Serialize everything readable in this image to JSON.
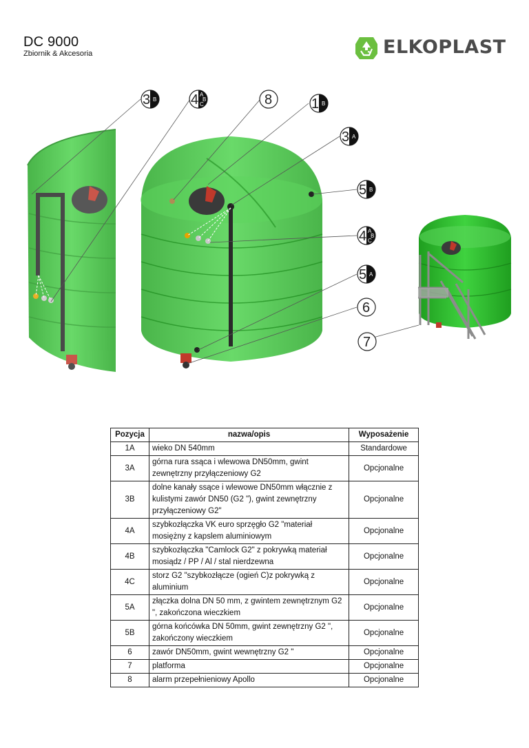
{
  "header": {
    "title": "DC 9000",
    "subtitle": "Zbiornik & Akcesoria"
  },
  "logo": {
    "text": "ELKOPLAST",
    "icon": "recycle-icon",
    "color": "#6bbf3f"
  },
  "colors": {
    "tank_green": "#3bc43b",
    "tank_dark_green": "#1e8c1e",
    "platform_gray": "#9a9a9a"
  },
  "callouts": [
    {
      "num": "3",
      "sub": [
        "B"
      ]
    },
    {
      "num": "4",
      "sub": [
        "A",
        "B",
        "C"
      ]
    },
    {
      "num": "8",
      "sub": []
    },
    {
      "num": "1",
      "sub": [
        "B"
      ]
    },
    {
      "num": "3",
      "sub": [
        "A"
      ]
    },
    {
      "num": "5",
      "sub": [
        "B"
      ]
    },
    {
      "num": "4",
      "sub": [
        "A",
        "B",
        "C"
      ]
    },
    {
      "num": "5",
      "sub": [
        "A"
      ]
    },
    {
      "num": "6",
      "sub": []
    },
    {
      "num": "7",
      "sub": []
    }
  ],
  "table": {
    "headers": [
      "Pozycja",
      "nazwa/opis",
      "Wyposażenie"
    ],
    "rows": [
      {
        "pos": "1A",
        "desc": "wieko DN 540mm",
        "eq": "Standardowe"
      },
      {
        "pos": "3A",
        "desc": "górna rura ssąca i wlewowa DN50mm, gwint zewnętrzny przyłączeniowy G2",
        "eq": "Opcjonalne"
      },
      {
        "pos": "3B",
        "desc": "dolne kanały ssące i wlewowe DN50mm włącznie z kulistymi zawór DN50 (G2 \"), gwint zewnętrzny przyłączeniowy G2\"",
        "eq": "Opcjonalne"
      },
      {
        "pos": "4A",
        "desc": "szybkozłączka VK euro sprzęgło G2 \"materiał mosiężny z kapslem aluminiowym",
        "eq": "Opcjonalne"
      },
      {
        "pos": "4B",
        "desc": "szybkozłączka \"Camlock G2\" z pokrywką materiał mosiądz / PP / Al / stal nierdzewna",
        "eq": "Opcjonalne"
      },
      {
        "pos": "4C",
        "desc": " storz G2 \"szybkozłącze (ogień C)z pokrywką z aluminium",
        "eq": "Opcjonalne"
      },
      {
        "pos": "5A",
        "desc": "złączka dolna DN 50 mm, z gwintem zewnętrznym G2 \", zakończona wieczkiem",
        "eq": "Opcjonalne"
      },
      {
        "pos": "5B",
        "desc": "górna końcówka DN 50mm, gwint zewnętrzny G2 \", zakończony wieczkiem",
        "eq": "Opcjonalne"
      },
      {
        "pos": "6",
        "desc": "zawór DN50mm, gwint wewnętrzny G2 \"",
        "eq": "Opcjonalne"
      },
      {
        "pos": "7",
        "desc": "platforma",
        "eq": "Opcjonalne"
      },
      {
        "pos": "8",
        "desc": "alarm przepełnieniowy Apollo",
        "eq": "Opcjonalne"
      }
    ]
  }
}
